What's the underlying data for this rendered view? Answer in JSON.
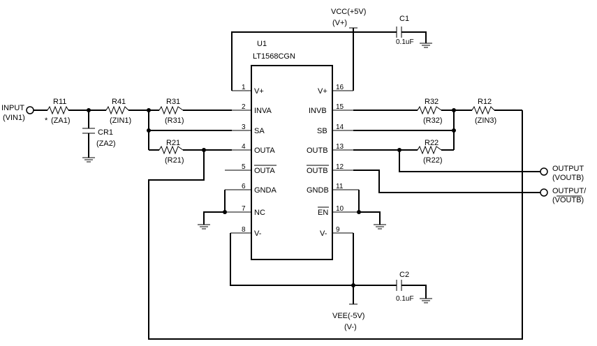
{
  "power": {
    "vcc": "VCC(+5V)",
    "vcc_alias": "(V+)",
    "vee": "VEE(-5V)",
    "vee_alias": "(V-)"
  },
  "ic": {
    "ref": "U1",
    "part": "LT1568CGN",
    "left_pins": [
      {
        "num": "1",
        "name": "V+"
      },
      {
        "num": "2",
        "name": "INVA"
      },
      {
        "num": "3",
        "name": "SA"
      },
      {
        "num": "4",
        "name": "OUTA"
      },
      {
        "num": "5",
        "name": "OUTA"
      },
      {
        "num": "6",
        "name": "GNDA"
      },
      {
        "num": "7",
        "name": "NC"
      },
      {
        "num": "8",
        "name": "V-"
      }
    ],
    "right_pins": [
      {
        "num": "16",
        "name": "V+"
      },
      {
        "num": "15",
        "name": "INVB"
      },
      {
        "num": "14",
        "name": "SB"
      },
      {
        "num": "13",
        "name": "OUTB"
      },
      {
        "num": "12",
        "name": "OUTB"
      },
      {
        "num": "11",
        "name": "GNDB"
      },
      {
        "num": "10",
        "name": "EN"
      },
      {
        "num": "9",
        "name": "V-"
      }
    ]
  },
  "components": {
    "r11": {
      "ref": "R11",
      "value": "(ZA1)",
      "mark": "*"
    },
    "r41": {
      "ref": "R41",
      "value": "(ZIN1)"
    },
    "r31": {
      "ref": "R31",
      "value": "(R31)"
    },
    "r21": {
      "ref": "R21",
      "value": "(R21)"
    },
    "cr1": {
      "ref": "CR1",
      "value": "(ZA2)"
    },
    "r32": {
      "ref": "R32",
      "value": "(R32)"
    },
    "r22": {
      "ref": "R22",
      "value": "(R22)"
    },
    "r12": {
      "ref": "R12",
      "value": "(ZIN3)"
    },
    "c1": {
      "ref": "C1",
      "value": "0.1uF"
    },
    "c2": {
      "ref": "C2",
      "value": "0.1uF"
    }
  },
  "ports": {
    "input": {
      "label": "INPUT",
      "net": "(VIN1)"
    },
    "output": {
      "label": "OUTPUT",
      "net": "(VOUTB)"
    },
    "output_inv": {
      "label": "OUTPUT/",
      "net": "(VOUTB)"
    }
  }
}
